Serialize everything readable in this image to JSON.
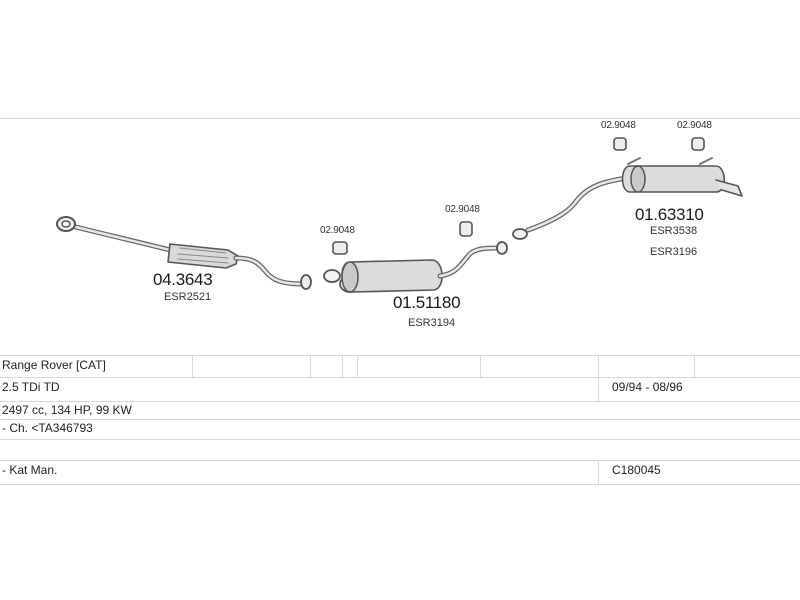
{
  "parts": {
    "front_pipe": {
      "number": "04.3643",
      "esr": "ESR2521"
    },
    "middle_silencer": {
      "number": "01.51180",
      "esr": "ESR3194"
    },
    "rear_silencer": {
      "number": "01.63310",
      "esr1": "ESR3538",
      "esr2": "ESR3196"
    },
    "mount_a": "02.9048",
    "mount_b": "02.9048",
    "mount_c": "02.9048",
    "mount_d": "02.9048"
  },
  "table": {
    "model": "Range Rover  [CAT]",
    "engine": "2.5 TDi TD",
    "date_range": "09/94 - 08/96",
    "specs": "2497 cc, 134 HP, 99 KW",
    "chassis": "- Ch. <TA346793",
    "note": "- Kat Man.",
    "code": "C180045"
  }
}
